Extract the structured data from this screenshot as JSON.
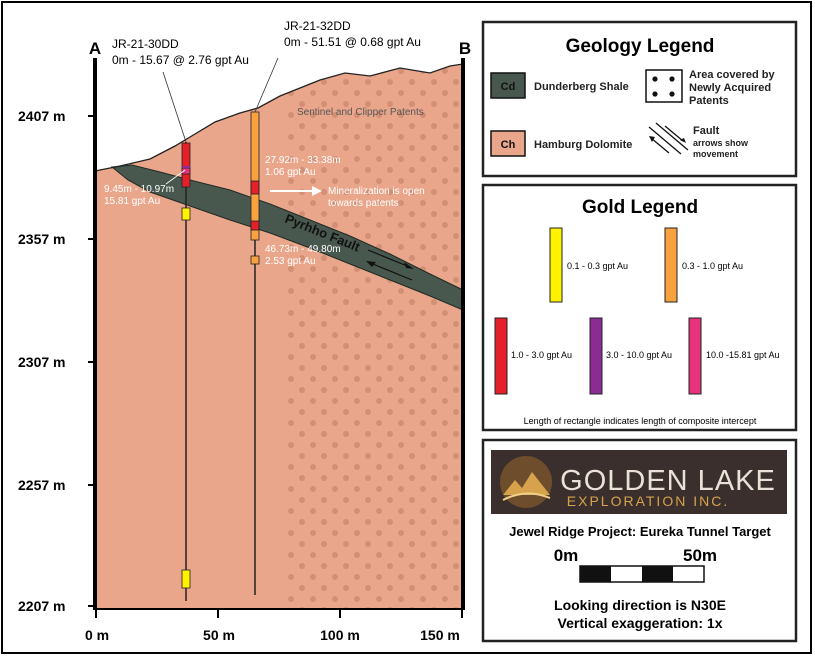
{
  "section": {
    "end_a": "A",
    "end_b": "B",
    "y_ticks": [
      "2407 m",
      "2357 m",
      "2307 m",
      "2257 m",
      "2207 m"
    ],
    "x_ticks": [
      "0 m",
      "50 m",
      "100 m",
      "150 m"
    ],
    "patents_label": "Sentinel and Clipper Patents",
    "fault_label": "Pyrhho Fault",
    "mineralization_note": [
      "Mineralization is open",
      "towards patents"
    ]
  },
  "holes": [
    {
      "id": "JR-21-30DD",
      "summary": "0m - 15.67 @ 2.76 gpt Au",
      "intercepts": [
        {
          "interval": "9.45m - 10.97m",
          "grade": "15.81 gpt Au"
        }
      ]
    },
    {
      "id": "JR-21-32DD",
      "summary": "0m - 51.51 @ 0.68 gpt Au",
      "intercepts": [
        {
          "interval": "27.92m - 33.38m",
          "grade": "1.06 gpt Au"
        },
        {
          "interval": "46.73m - 49.80m",
          "grade": "2.53 gpt Au"
        }
      ]
    }
  ],
  "geology_legend": {
    "title": "Geology Legend",
    "items": [
      {
        "code": "Cd",
        "label": "Dunderberg Shale",
        "color": "#49584f"
      },
      {
        "code": "Ch",
        "label": "Hamburg Dolomite",
        "color": "#eaa68b"
      },
      {
        "label_lines": [
          "Area covered by",
          "Newly Acquired",
          "Patents"
        ]
      },
      {
        "label": "Fault",
        "sub_lines": [
          "arrows show",
          "movement"
        ]
      }
    ]
  },
  "gold_legend": {
    "title": "Gold Legend",
    "items": [
      {
        "label": "0.1 - 0.3 gpt Au",
        "color": "#fff200"
      },
      {
        "label": "0.3 - 1.0 gpt Au",
        "color": "#f7a13f"
      },
      {
        "label": "1.0 - 3.0 gpt Au",
        "color": "#e4202a"
      },
      {
        "label": "3.0 - 10.0 gpt Au",
        "color": "#8a2c91"
      },
      {
        "label": "10.0 -15.81 gpt Au",
        "color": "#e8327c"
      }
    ],
    "note": "Length of rectangle indicates length of composite intercept"
  },
  "info": {
    "logo_main": "GOLDEN LAKE",
    "logo_sub": "EXPLORATION INC.",
    "project": "Jewel Ridge Project: Eureka Tunnel Target",
    "scale_start": "0m",
    "scale_end": "50m",
    "direction": "Looking direction is N30E",
    "exaggeration": "Vertical exaggeration: 1x"
  },
  "colors": {
    "dolomite": "#eaa68b",
    "shale": "#49584f",
    "patent_dot": "#d28f74"
  }
}
